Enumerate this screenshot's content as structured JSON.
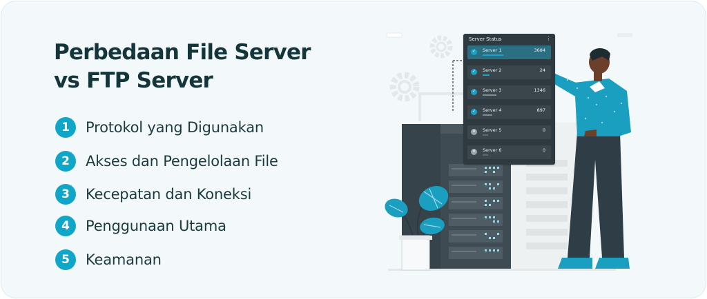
{
  "title_line1": "Perbedaan File Server",
  "title_line2": "vs FTP Server",
  "items": [
    {
      "num": "1",
      "label": "Protokol yang Digunakan"
    },
    {
      "num": "2",
      "label": "Akses dan Pengelolaan File"
    },
    {
      "num": "3",
      "label": "Kecepatan dan Koneksi"
    },
    {
      "num": "4",
      "label": "Penggunaan Utama"
    },
    {
      "num": "5",
      "label": "Keamanan"
    }
  ],
  "status_panel": {
    "title": "Server Status",
    "servers": [
      {
        "name": "Server 1",
        "value": "3684",
        "state": "ok"
      },
      {
        "name": "Server 2",
        "value": "24",
        "state": "ok"
      },
      {
        "name": "Server 3",
        "value": "1346",
        "state": "ok"
      },
      {
        "name": "Server 4",
        "value": "897",
        "state": "ok"
      },
      {
        "name": "Server 5",
        "value": "0",
        "state": "down"
      },
      {
        "name": "Server 6",
        "value": "0",
        "state": "down"
      }
    ]
  },
  "colors": {
    "accent": "#0fa6c7",
    "title": "#14363a",
    "text": "#1c3a3e",
    "background": "#f3f9fb"
  },
  "icons": [
    "check-icon",
    "x-icon",
    "gear-icon",
    "plant-illustration",
    "server-rack-illustration",
    "person-illustration"
  ]
}
